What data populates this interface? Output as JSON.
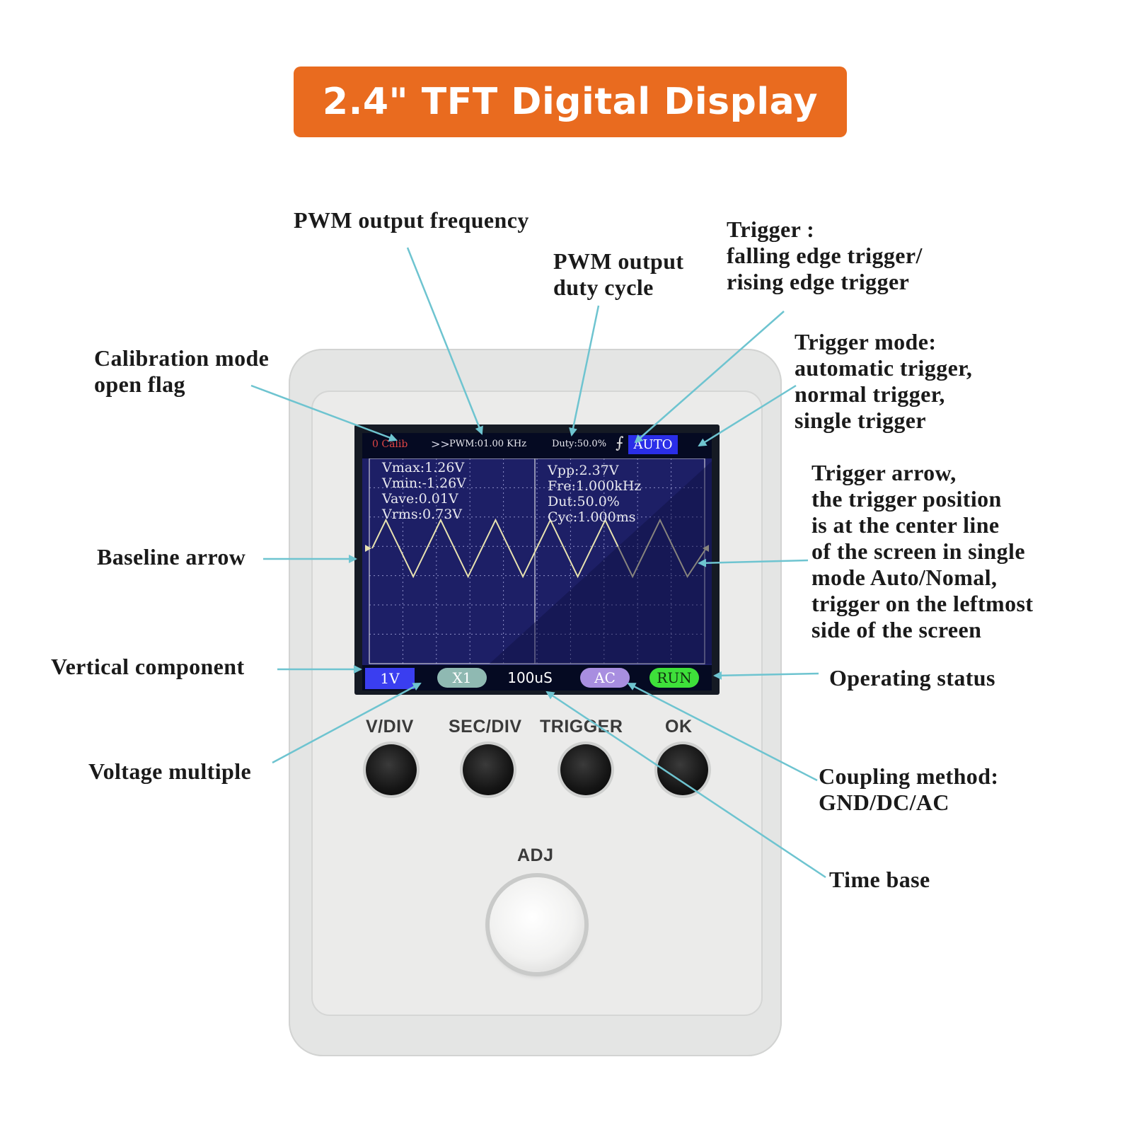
{
  "banner": {
    "title": "2.4\" TFT Digital Display",
    "color": "#e96b1f"
  },
  "labels": {
    "pwm_freq": [
      "PWM  output  frequency"
    ],
    "pwm_duty": [
      "PWM  output",
      "duty  cycle"
    ],
    "trigger": [
      "Trigger  :",
      "falling  edge  trigger/",
      "rising  edge  trigger"
    ],
    "trigger_mode": [
      "Trigger  mode:",
      "automatic  trigger,",
      "normal  trigger,",
      "single  trigger"
    ],
    "calibration": [
      "Calibration  mode",
      "open  flag"
    ],
    "trigger_arrow": [
      "Trigger  arrow,",
      "the  trigger  position",
      "is  at  the  center  line",
      "of  the  screen  in  single",
      "mode  Auto/Nomal,",
      "trigger  on  the  leftmost",
      "side  of  the  screen"
    ],
    "baseline": [
      "Baseline  arrow"
    ],
    "vertical": [
      "Vertical  component"
    ],
    "operating": [
      "Operating  status"
    ],
    "voltage_multiple": [
      "Voltage  multiple"
    ],
    "coupling": [
      "Coupling  method:",
      "GND/DC/AC"
    ],
    "time_base": [
      "Time  base"
    ]
  },
  "screen": {
    "calib": "0 Calib",
    "arrows": ">>",
    "pwm": "PWM:01.00  KHz",
    "duty": "Duty:50.0%",
    "trigger_symbol": "⨍",
    "mode": "AUTO",
    "vmax": "Vmax:1.26V",
    "vmin": "Vmin:-1.26V",
    "vave": "Vave:0.01V",
    "vrms": "Vrms:0.73V",
    "vpp": "Vpp:2.37V",
    "fre": "Fre:1.000kHz",
    "dut": "Dut:50.0%",
    "cyc": "Cyc:1.000ms",
    "vdiv": "1V",
    "mult": "X1",
    "timebase": "100uS",
    "coupling": "AC",
    "status": "RUN",
    "colors": {
      "background": "#1d1f66",
      "vdiv": "#3a3ef0",
      "mult": "#8fb9b2",
      "coupling": "#a88ee0",
      "status": "#3ee03a",
      "mode": "#2a2ee8",
      "wave": "#e9e3b0"
    }
  },
  "device": {
    "buttons": [
      "V/DIV",
      "SEC/DIV",
      "TRIGGER",
      "OK"
    ],
    "knob": "ADJ"
  }
}
